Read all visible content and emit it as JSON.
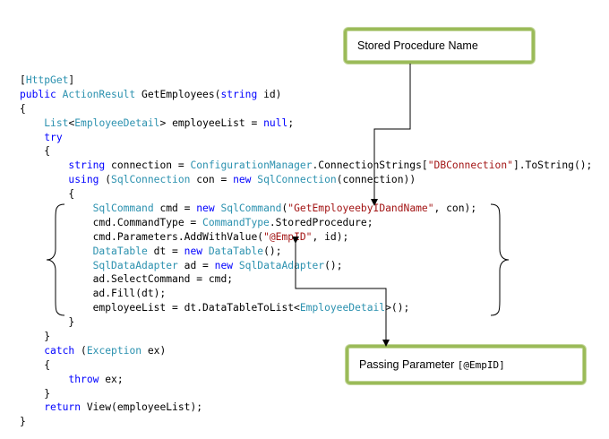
{
  "callouts": {
    "stored_procedure": {
      "label": "Stored Procedure Name"
    },
    "passing_parameter": {
      "label": "Passing Parameter ",
      "param": "[@EmpID]"
    }
  },
  "code_lines": [
    [
      {
        "t": "[",
        "c": ""
      },
      {
        "t": "HttpGet",
        "c": "ty"
      },
      {
        "t": "]",
        "c": ""
      }
    ],
    [
      {
        "t": "public ",
        "c": "kw"
      },
      {
        "t": "ActionResult",
        "c": "ty"
      },
      {
        "t": " GetEmployees(",
        "c": ""
      },
      {
        "t": "string",
        "c": "kw"
      },
      {
        "t": " id)",
        "c": ""
      }
    ],
    [
      {
        "t": "{",
        "c": ""
      }
    ],
    [
      {
        "t": "    ",
        "c": ""
      },
      {
        "t": "List",
        "c": "ty"
      },
      {
        "t": "<",
        "c": ""
      },
      {
        "t": "EmployeeDetail",
        "c": "ty"
      },
      {
        "t": "> employeeList = ",
        "c": ""
      },
      {
        "t": "null",
        "c": "kw"
      },
      {
        "t": ";",
        "c": ""
      }
    ],
    [
      {
        "t": "    ",
        "c": ""
      },
      {
        "t": "try",
        "c": "kw"
      }
    ],
    [
      {
        "t": "    {",
        "c": ""
      }
    ],
    [
      {
        "t": "        ",
        "c": ""
      },
      {
        "t": "string",
        "c": "kw"
      },
      {
        "t": " connection = ",
        "c": ""
      },
      {
        "t": "ConfigurationManager",
        "c": "ty"
      },
      {
        "t": ".ConnectionStrings[",
        "c": ""
      },
      {
        "t": "\"DBConnection\"",
        "c": "st"
      },
      {
        "t": "].ToString();",
        "c": ""
      }
    ],
    [
      {
        "t": "        ",
        "c": ""
      },
      {
        "t": "using",
        "c": "kw"
      },
      {
        "t": " (",
        "c": ""
      },
      {
        "t": "SqlConnection",
        "c": "ty"
      },
      {
        "t": " con = ",
        "c": ""
      },
      {
        "t": "new",
        "c": "kw"
      },
      {
        "t": " ",
        "c": ""
      },
      {
        "t": "SqlConnection",
        "c": "ty"
      },
      {
        "t": "(connection))",
        "c": ""
      }
    ],
    [
      {
        "t": "        {",
        "c": ""
      }
    ],
    [
      {
        "t": "            ",
        "c": ""
      },
      {
        "t": "SqlCommand",
        "c": "ty"
      },
      {
        "t": " cmd = ",
        "c": ""
      },
      {
        "t": "new",
        "c": "kw"
      },
      {
        "t": " ",
        "c": ""
      },
      {
        "t": "SqlCommand",
        "c": "ty"
      },
      {
        "t": "(",
        "c": ""
      },
      {
        "t": "\"GetEmployeebyIDandName\"",
        "c": "st"
      },
      {
        "t": ", con);",
        "c": ""
      }
    ],
    [
      {
        "t": "            cmd.CommandType = ",
        "c": ""
      },
      {
        "t": "CommandType",
        "c": "ty"
      },
      {
        "t": ".StoredProcedure;",
        "c": ""
      }
    ],
    [
      {
        "t": "            cmd.Parameters.AddWithValue(",
        "c": ""
      },
      {
        "t": "\"@EmpID\"",
        "c": "st"
      },
      {
        "t": ", id);",
        "c": ""
      }
    ],
    [
      {
        "t": "            ",
        "c": ""
      },
      {
        "t": "DataTable",
        "c": "ty"
      },
      {
        "t": " dt = ",
        "c": ""
      },
      {
        "t": "new",
        "c": "kw"
      },
      {
        "t": " ",
        "c": ""
      },
      {
        "t": "DataTable",
        "c": "ty"
      },
      {
        "t": "();",
        "c": ""
      }
    ],
    [
      {
        "t": "            ",
        "c": ""
      },
      {
        "t": "SqlDataAdapter",
        "c": "ty"
      },
      {
        "t": " ad = ",
        "c": ""
      },
      {
        "t": "new",
        "c": "kw"
      },
      {
        "t": " ",
        "c": ""
      },
      {
        "t": "SqlDataAdapter",
        "c": "ty"
      },
      {
        "t": "();",
        "c": ""
      }
    ],
    [
      {
        "t": "            ad.SelectCommand = cmd;",
        "c": ""
      }
    ],
    [
      {
        "t": "            ad.Fill(dt);",
        "c": ""
      }
    ],
    [
      {
        "t": "            employeeList = dt.DataTableToList<",
        "c": ""
      },
      {
        "t": "EmployeeDetail",
        "c": "ty"
      },
      {
        "t": ">();",
        "c": ""
      }
    ],
    [
      {
        "t": "        }",
        "c": ""
      }
    ],
    [
      {
        "t": "    }",
        "c": ""
      }
    ],
    [
      {
        "t": "    ",
        "c": ""
      },
      {
        "t": "catch",
        "c": "kw"
      },
      {
        "t": " (",
        "c": ""
      },
      {
        "t": "Exception",
        "c": "ty"
      },
      {
        "t": " ex)",
        "c": ""
      }
    ],
    [
      {
        "t": "    {",
        "c": ""
      }
    ],
    [
      {
        "t": "        ",
        "c": ""
      },
      {
        "t": "throw",
        "c": "kw"
      },
      {
        "t": " ex;",
        "c": ""
      }
    ],
    [
      {
        "t": "    }",
        "c": ""
      }
    ],
    [
      {
        "t": "    ",
        "c": ""
      },
      {
        "t": "return",
        "c": "kw"
      },
      {
        "t": " View(employeeList);",
        "c": ""
      }
    ],
    [
      {
        "t": "}",
        "c": ""
      }
    ]
  ],
  "colors": {
    "keyword": "#0000ff",
    "type": "#2b91af",
    "string": "#a31515",
    "callout_border": "#9bbb59"
  }
}
